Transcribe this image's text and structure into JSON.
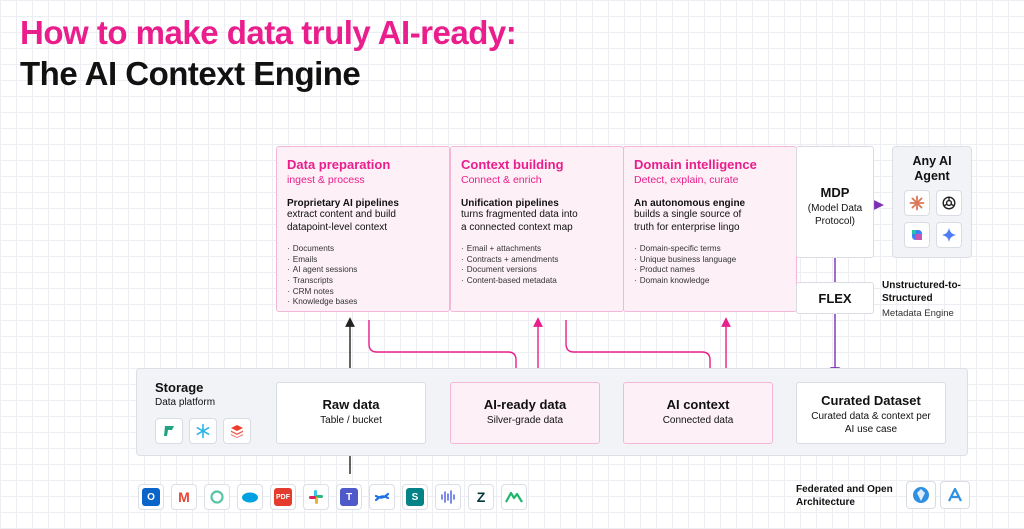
{
  "title": {
    "line1": "How to make data truly AI-ready:",
    "line2": "The AI Context Engine"
  },
  "stages": [
    {
      "title": "Data preparation",
      "subtitle": "ingest & process",
      "heading": "Proprietary AI pipelines",
      "desc": [
        "extract content and build",
        "datapoint-level context"
      ],
      "items": [
        "Documents",
        "Emails",
        "AI agent sessions",
        "Transcripts",
        "CRM notes",
        "Knowledge bases"
      ]
    },
    {
      "title": "Context building",
      "subtitle": "Connect & enrich",
      "heading": "Unification pipelines",
      "desc": [
        "turns fragmented data into",
        "a connected context map"
      ],
      "items": [
        "Email + attachments",
        "Contracts + amendments",
        "Document versions",
        "Content-based metadata"
      ]
    },
    {
      "title": "Domain intelligence",
      "subtitle": "Detect, explain, curate",
      "heading": "An autonomous engine",
      "desc": [
        "builds a single source of",
        "truth for enterprise lingo"
      ],
      "items": [
        "Domain-specific terms",
        "Unique business language",
        "Product names",
        "Domain knowledge"
      ]
    }
  ],
  "mdp": {
    "title": "MDP",
    "sub": [
      "(Model Data",
      "Protocol)"
    ]
  },
  "agent": {
    "title": [
      "Any AI",
      "Agent"
    ]
  },
  "flex": {
    "label": "FLEX",
    "desc": [
      "Unstructured-to-",
      "Structured"
    ],
    "sub": "Metadata Engine"
  },
  "storage": {
    "title": "Storage",
    "sub": "Data platform"
  },
  "data_boxes": [
    {
      "title": "Raw data",
      "sub": [
        "Table / bucket"
      ]
    },
    {
      "title": "AI-ready data",
      "sub": [
        "Silver-grade data"
      ]
    },
    {
      "title": "AI context",
      "sub": [
        "Connected data"
      ]
    },
    {
      "title": "Curated Dataset",
      "sub": [
        "Curated data & context per",
        "AI use case"
      ]
    }
  ],
  "federated": [
    "Federated and Open",
    "Architecture"
  ],
  "colors": {
    "accent": "#e91e8c",
    "arrow_purple": "#7b2fb5"
  },
  "icons": {
    "storage": [
      "fabric-icon",
      "snowflake-icon",
      "databricks-icon"
    ],
    "agents": [
      "claude-icon",
      "openai-icon",
      "copilot-icon",
      "gemini-icon"
    ],
    "sources": [
      "outlook-icon",
      "gmail-icon",
      "qualtrics-icon",
      "salesforce-icon",
      "pdf-icon",
      "slack-icon",
      "teams-icon",
      "confluence-icon",
      "sharepoint-icon",
      "audio-icon",
      "zendesk-icon",
      "gong-icon"
    ],
    "federated": [
      "iceberg-icon",
      "arrow-logo-icon"
    ]
  }
}
